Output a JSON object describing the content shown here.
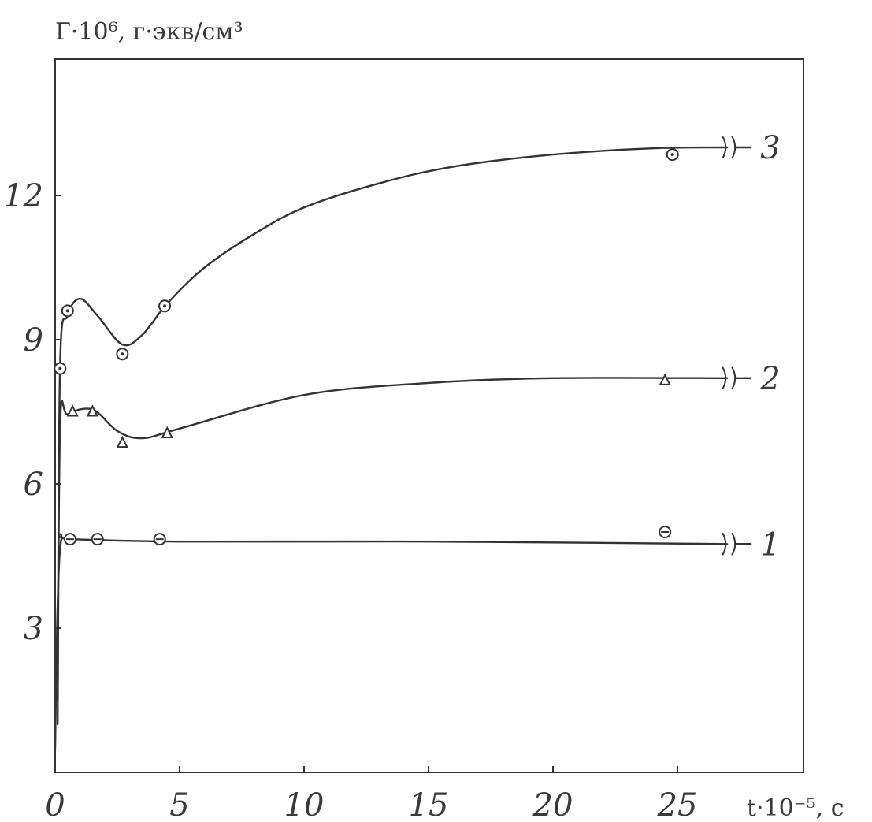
{
  "chart_data": {
    "type": "line",
    "title": "",
    "ylabel": "Г·10⁶, г·экв/см³",
    "xlabel": "t·10⁻⁵, с",
    "xlim": [
      0,
      30
    ],
    "ylim": [
      0,
      15
    ],
    "x_ticks": [
      0,
      5,
      10,
      15,
      20,
      25
    ],
    "x_tick_labels": [
      "0",
      "5",
      "10",
      "15",
      "20",
      "25"
    ],
    "y_ticks": [
      3,
      6,
      9,
      12
    ],
    "y_tick_labels": [
      "3",
      "6",
      "9",
      "12"
    ],
    "grid": false,
    "axis_break_after_x": 27,
    "series": [
      {
        "name": "1",
        "marker": "circle-bar",
        "points": [
          [
            0.6,
            4.85
          ],
          [
            1.7,
            4.85
          ],
          [
            4.2,
            4.85
          ],
          [
            24.5,
            5.0
          ]
        ],
        "curve": [
          [
            0.0,
            0.5
          ],
          [
            0.1,
            3.5
          ],
          [
            0.25,
            4.85
          ],
          [
            0.6,
            4.85
          ],
          [
            5,
            4.8
          ],
          [
            15,
            4.8
          ],
          [
            27,
            4.75
          ]
        ]
      },
      {
        "name": "2",
        "marker": "triangle",
        "points": [
          [
            0.7,
            7.5
          ],
          [
            1.5,
            7.5
          ],
          [
            2.7,
            6.85
          ],
          [
            4.5,
            7.05
          ],
          [
            24.5,
            8.15
          ]
        ],
        "curve": [
          [
            0.1,
            1.0
          ],
          [
            0.2,
            7.2
          ],
          [
            0.5,
            7.45
          ],
          [
            1.5,
            7.55
          ],
          [
            2.5,
            7.1
          ],
          [
            3.5,
            6.95
          ],
          [
            5,
            7.15
          ],
          [
            10,
            7.85
          ],
          [
            15,
            8.1
          ],
          [
            20,
            8.2
          ],
          [
            27,
            8.2
          ]
        ]
      },
      {
        "name": "3",
        "marker": "circle-dot",
        "points": [
          [
            0.2,
            8.4
          ],
          [
            0.5,
            9.6
          ],
          [
            2.7,
            8.7
          ],
          [
            4.4,
            9.7
          ],
          [
            24.8,
            12.85
          ]
        ],
        "curve": [
          [
            0.1,
            1.5
          ],
          [
            0.2,
            8.5
          ],
          [
            0.5,
            9.5
          ],
          [
            1.0,
            9.85
          ],
          [
            1.7,
            9.5
          ],
          [
            2.7,
            8.9
          ],
          [
            3.5,
            9.1
          ],
          [
            4.5,
            9.75
          ],
          [
            6,
            10.5
          ],
          [
            8,
            11.2
          ],
          [
            10,
            11.75
          ],
          [
            13,
            12.25
          ],
          [
            16,
            12.6
          ],
          [
            20,
            12.85
          ],
          [
            24,
            12.98
          ],
          [
            27,
            13.0
          ]
        ]
      }
    ]
  }
}
